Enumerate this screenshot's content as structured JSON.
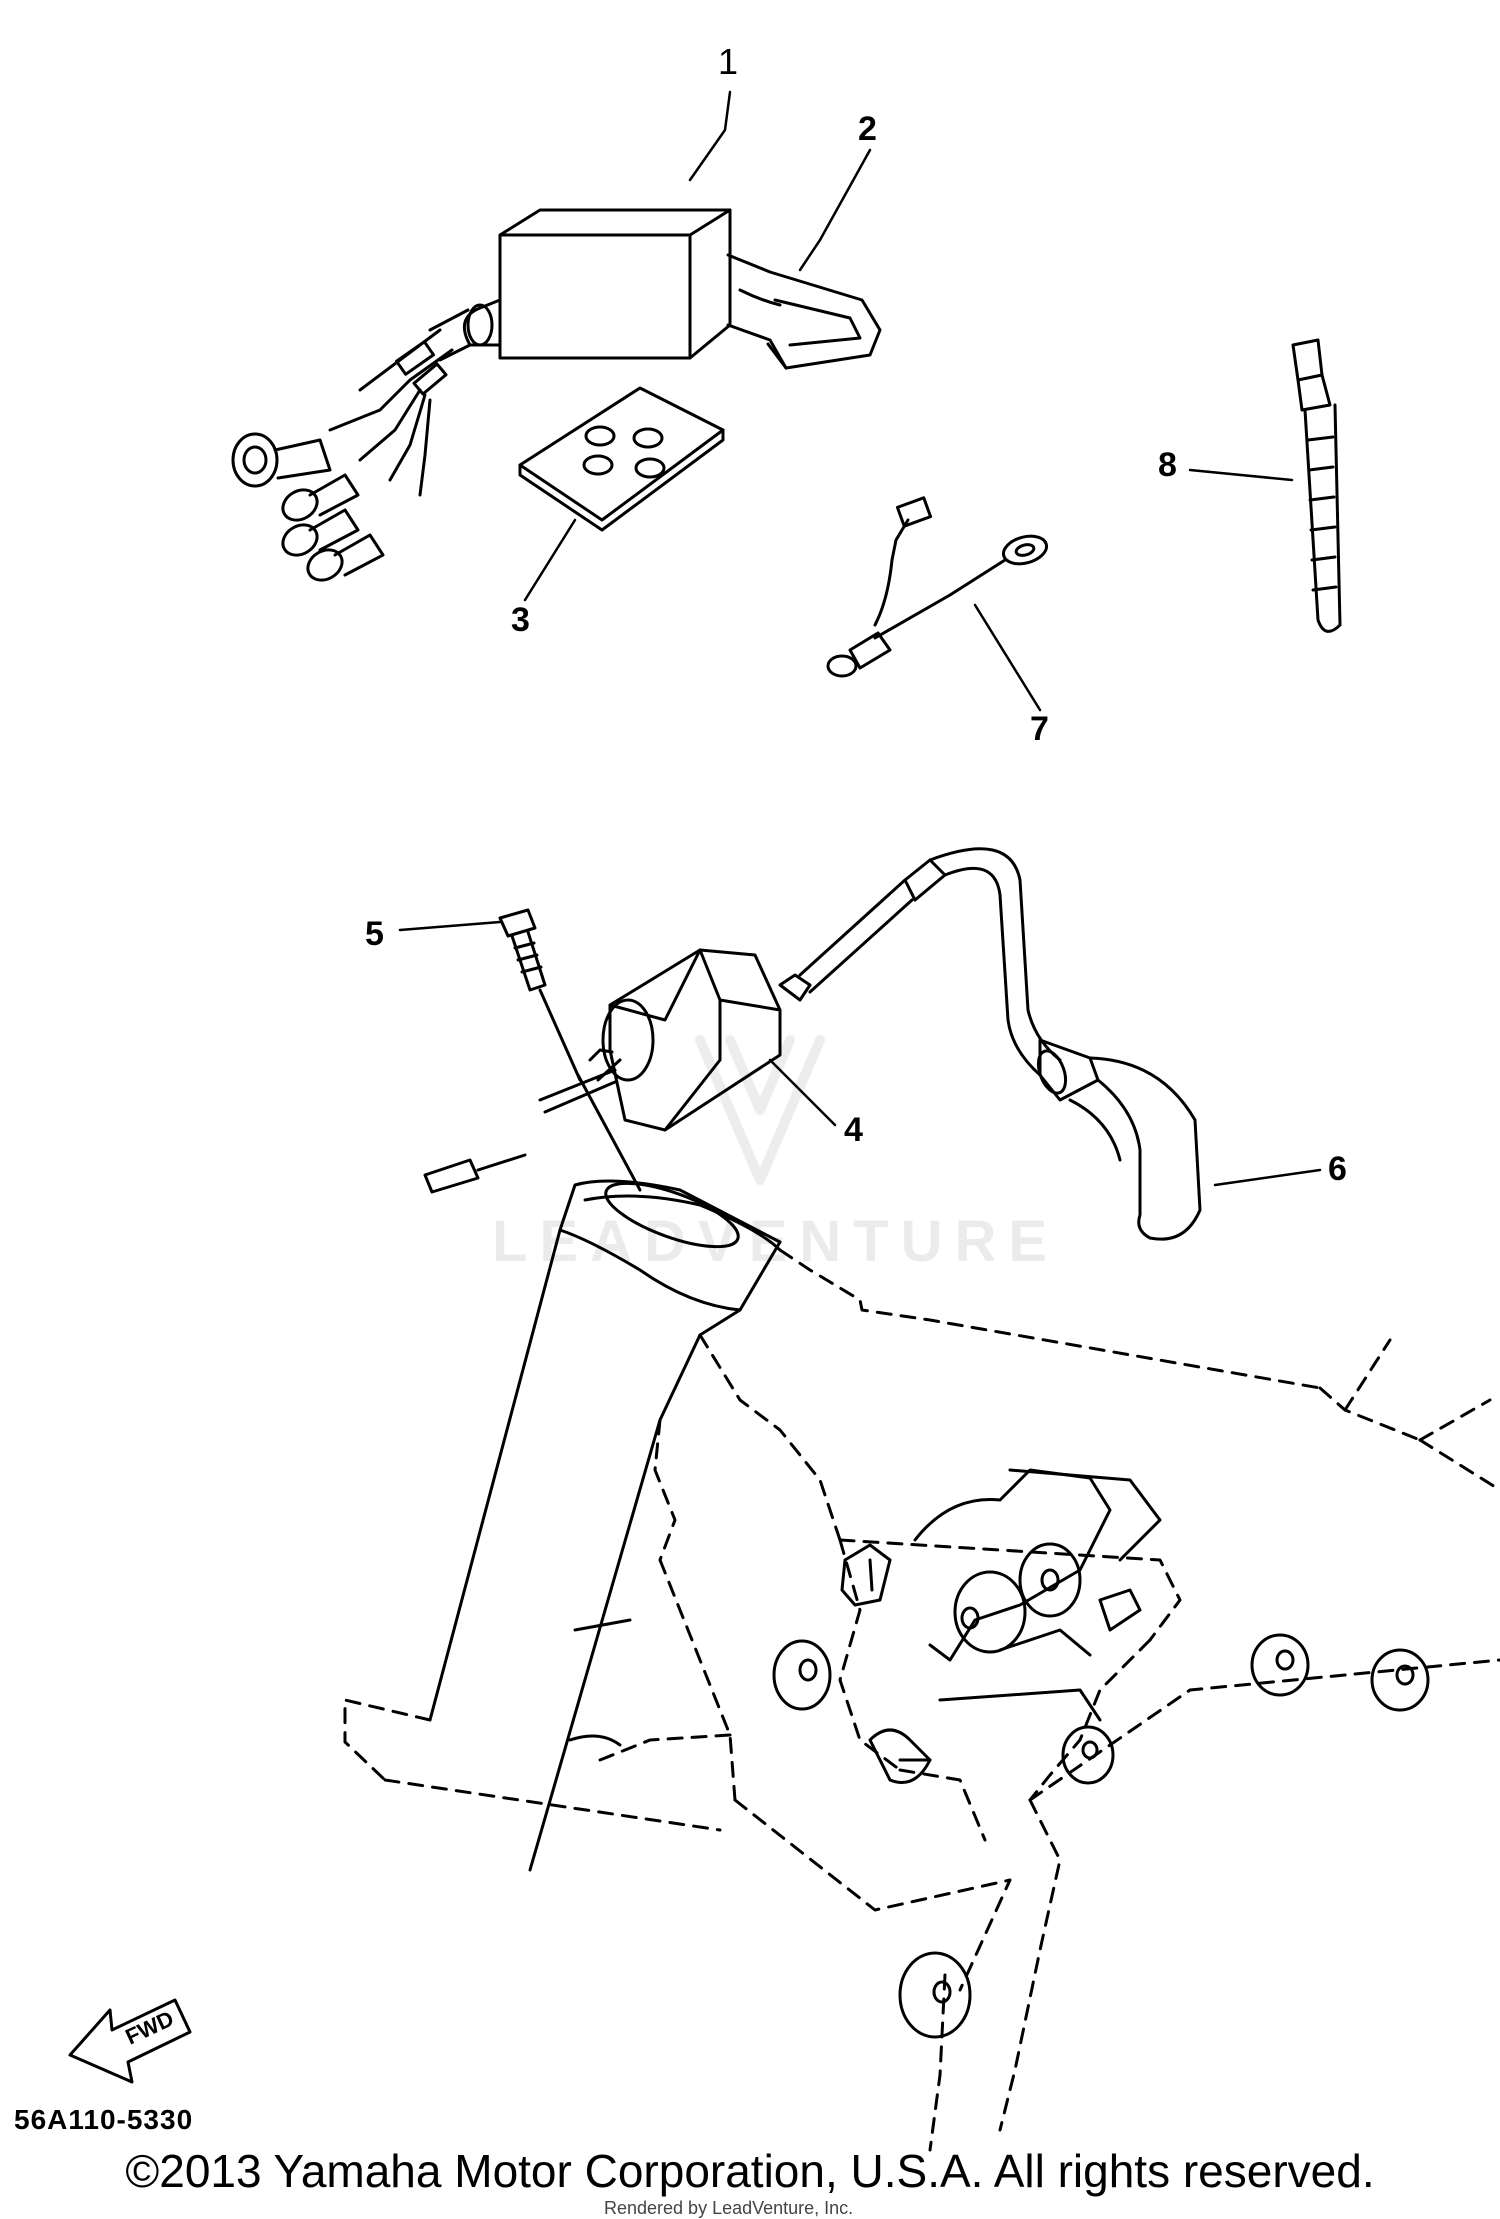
{
  "callouts": {
    "c1": "1",
    "c2": "2",
    "c3": "3",
    "c4": "4",
    "c5": "5",
    "c6": "6",
    "c7": "7",
    "c8": "8"
  },
  "fwd_label": "FWD",
  "part_code": "56A110-5330",
  "copyright": "©2013 Yamaha Motor Corporation, U.S.A. All rights reserved.",
  "rendered_by": "Rendered by LeadVenture, Inc.",
  "watermark": "LEADVENTURE",
  "colors": {
    "ink": "#000000",
    "background": "#ffffff"
  }
}
